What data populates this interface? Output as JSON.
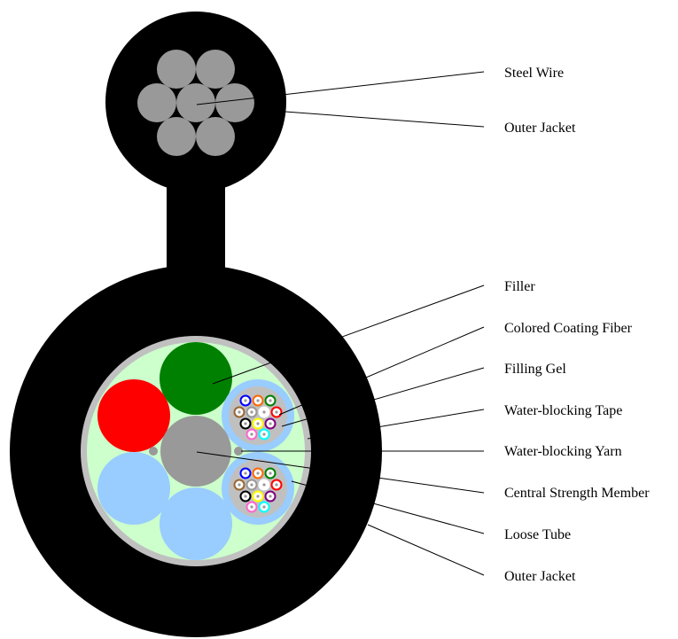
{
  "labels": {
    "steel_wire": "Steel Wire",
    "outer_jacket_top": "Outer Jacket",
    "filler": "Filler",
    "colored_coating_fiber": "Colored Coating Fiber",
    "filling_gel": "Filling Gel",
    "water_blocking_tape": "Water-blocking Tape",
    "water_blocking_yarn": "Water-blocking Yarn",
    "central_strength_member": "Central Strength Member",
    "loose_tube": "Loose Tube",
    "outer_jacket_bottom": "Outer Jacket"
  },
  "colors": {
    "jacket": "#000000",
    "steel": "#999999",
    "tape": "#c0c0c0",
    "filler_bg": "#ccffcc",
    "tube_green": "#008000",
    "tube_red": "#ff0000",
    "tube_blue": "#99ccff",
    "strength_member": "#999999",
    "gel": "#c0c0c0"
  },
  "fiber_colors": [
    "#0000ff",
    "#ff6600",
    "#008000",
    "#996633",
    "#999999",
    "#ffffff",
    "#ff0000",
    "#000000",
    "#ffff00",
    "#800080",
    "#ff66cc",
    "#00ffff"
  ]
}
